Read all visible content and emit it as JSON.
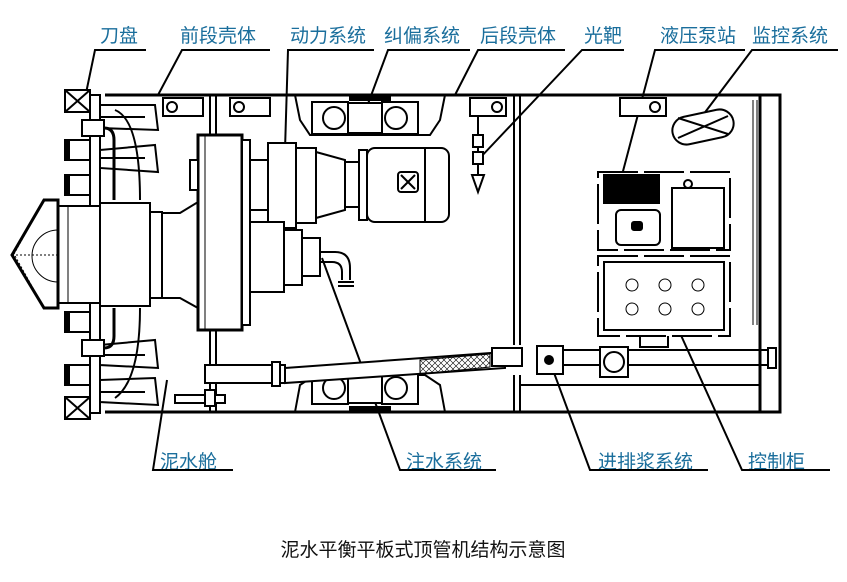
{
  "caption": "泥水平衡平板式顶管机结构示意图",
  "colors": {
    "label": "#1a6e9c",
    "line": "#000000",
    "caption": "#111111",
    "background": "#ffffff"
  },
  "top_labels": [
    {
      "id": "cutter-head",
      "text": "刀盘"
    },
    {
      "id": "front-shell",
      "text": "前段壳体"
    },
    {
      "id": "power-system",
      "text": "动力系统"
    },
    {
      "id": "deviation-correction-system",
      "text": "纠偏系统"
    },
    {
      "id": "rear-shell",
      "text": "后段壳体"
    },
    {
      "id": "light-target",
      "text": "光靶"
    },
    {
      "id": "hydraulic-pump-station",
      "text": "液压泵站"
    },
    {
      "id": "monitoring-system",
      "text": "监控系统"
    }
  ],
  "bottom_labels": [
    {
      "id": "slurry-chamber",
      "text": "泥水舱"
    },
    {
      "id": "water-injection-system",
      "text": "注水系统"
    },
    {
      "id": "slurry-feed-discharge-system",
      "text": "进排浆系统"
    },
    {
      "id": "control-cabinet",
      "text": "控制柜"
    }
  ]
}
